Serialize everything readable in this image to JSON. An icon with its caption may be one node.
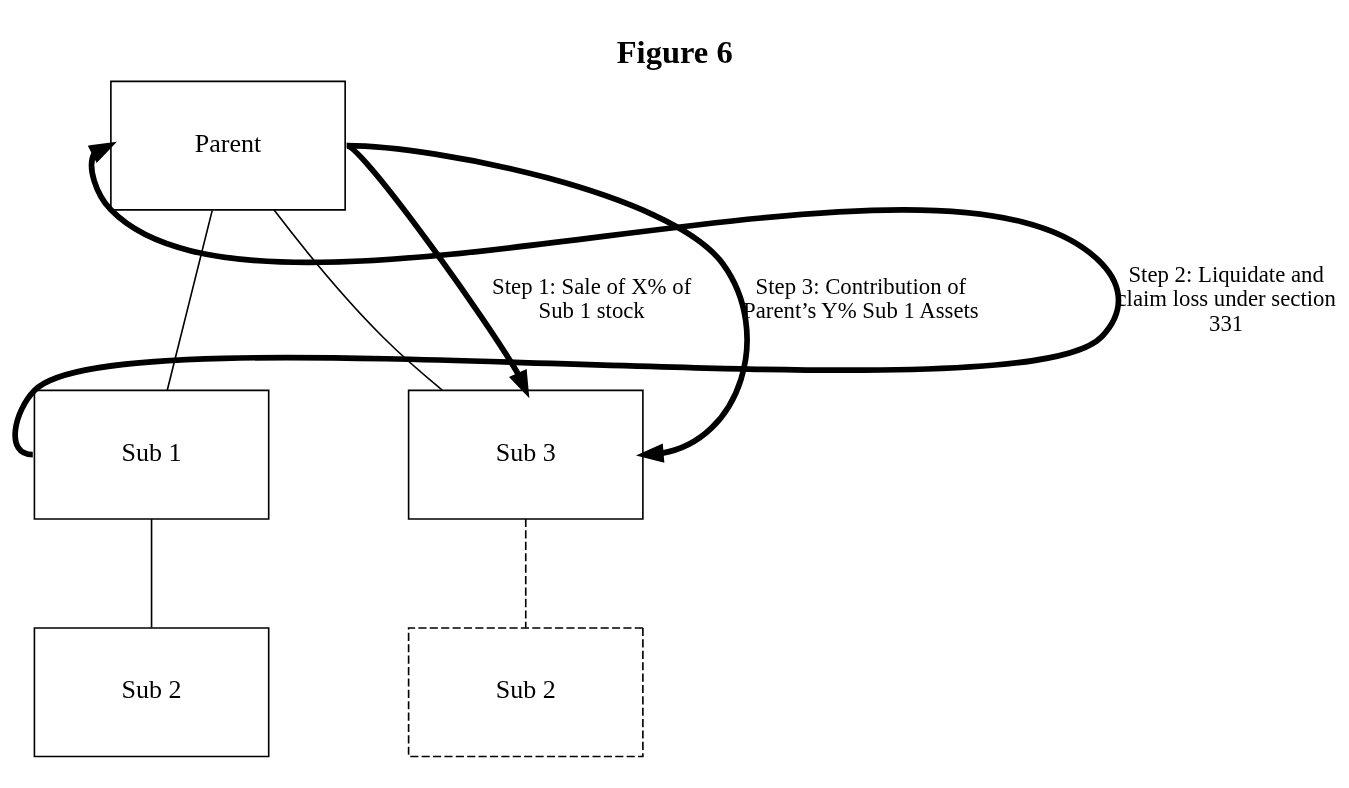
{
  "diagram": {
    "title": "Figure 6",
    "nodes": [
      {
        "text": [
          "Parent"
        ]
      },
      {
        "text": [
          "Sub 1"
        ]
      },
      {
        "text": [
          "Sub 3"
        ]
      },
      {
        "text": [
          "Sub 2"
        ]
      },
      {
        "text": [
          "Sub 2"
        ]
      }
    ],
    "edges": [
      {
        "from": 0,
        "to": 1,
        "arrow": "none"
      },
      {
        "from": 0,
        "to": 2,
        "arrow": "none"
      },
      {
        "from": 1,
        "to": 3,
        "arrow": "none"
      },
      {
        "from": 2,
        "to": 4,
        "arrow": "none",
        "style": "dashed"
      },
      {
        "from": 1,
        "to": 0,
        "arrow": "to",
        "label": "Step 2: Liquidate and claim loss under section 331",
        "style": "thick"
      },
      {
        "from": 0,
        "to": 2,
        "arrow": "to",
        "label": "Step 1: Sale of X% of Sub 1 stock",
        "style": "thick"
      },
      {
        "from": 0,
        "to": 2,
        "arrow": "to",
        "label": "Step 3: Contribution of Parent’s Y% Sub 1 Assets",
        "style": "thick"
      }
    ]
  }
}
